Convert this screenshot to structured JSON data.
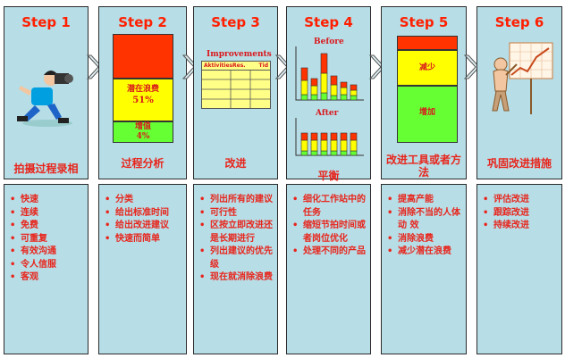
{
  "steps": [
    {
      "title": "Step 1",
      "caption": "拍摄过程录相",
      "items": [
        "快速",
        "连续",
        "免费",
        "可重复",
        "有效沟通",
        "令人信服",
        "客观"
      ]
    },
    {
      "title": "Step 2",
      "caption": "过程分析",
      "items": [
        "分类",
        "给出标准时间",
        "给出改进建议",
        "快速而简单"
      ],
      "bar": {
        "waste_label": "潜在浪费",
        "waste_pct": "51%",
        "value_label": "增值",
        "value_pct": "4%"
      }
    },
    {
      "title": "Step 3",
      "caption": "改进",
      "items": [
        "列出所有的建议",
        "可行性",
        "区按立即改进还是长期进行",
        "列出建议的优先级",
        "现在就消除浪费"
      ],
      "table": {
        "title": "Improvements",
        "headers": [
          "Aktivities",
          "Res.",
          "Tid"
        ]
      }
    },
    {
      "title": "Step 4",
      "caption": "平衡",
      "items": [
        "细化工作站中的任务",
        "缩短节拍时间或者岗位优化",
        "处理不同的产品"
      ],
      "before_label": "Before",
      "after_label": "After"
    },
    {
      "title": "Step 5",
      "caption": "改进工具或者方法",
      "items": [
        "提高产能",
        "消除不当的人体动 效",
        "消除浪费",
        "减少潜在浪费"
      ],
      "bar": {
        "reduce_label": "减少",
        "increase_label": "增加"
      }
    },
    {
      "title": "Step 6",
      "caption": "巩固改进措施",
      "items": [
        "评估改进",
        "跟踪改进",
        "持续改进"
      ]
    }
  ],
  "colors": {
    "panel": "#b7dde6",
    "red": "#ff3300",
    "yellow": "#ffff00",
    "green": "#66ff33",
    "text": "#e8251c"
  }
}
